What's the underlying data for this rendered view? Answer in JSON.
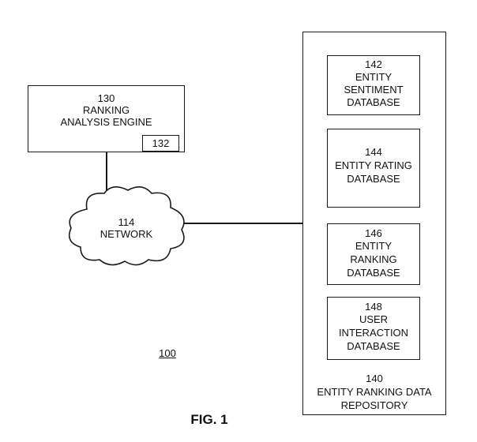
{
  "figure": {
    "caption": "FIG. 1",
    "system_ref": "100"
  },
  "engine": {
    "ref": "130",
    "name_line1": "RANKING",
    "name_line2": "ANALYSIS ENGINE",
    "sub_ref": "132"
  },
  "network": {
    "ref": "114",
    "name": "NETWORK"
  },
  "repository": {
    "ref": "140",
    "name_line1": "ENTITY RANKING DATA",
    "name_line2": "REPOSITORY"
  },
  "databases": [
    {
      "ref": "142",
      "lines": [
        "ENTITY",
        "SENTIMENT",
        "DATABASE"
      ]
    },
    {
      "ref": "144",
      "lines": [
        "ENTITY RATING",
        "DATABASE"
      ]
    },
    {
      "ref": "146",
      "lines": [
        "ENTITY",
        "RANKING",
        "DATABASE"
      ]
    },
    {
      "ref": "148",
      "lines": [
        "USER",
        "INTERACTION",
        "DATABASE"
      ]
    }
  ]
}
